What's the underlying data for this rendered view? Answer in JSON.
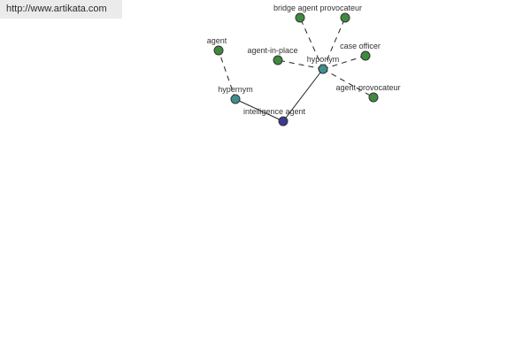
{
  "header": {
    "url": "http://www.artikata.com"
  },
  "graph": {
    "colors": {
      "root": "#3a3a8f",
      "relation": "#3f8f8f",
      "term": "#3f8a3f",
      "stroke": "#333333",
      "edge": "#222222"
    },
    "labels": {
      "root": "intelligence agent",
      "hypernym": "hypernym",
      "hyponym": "hyponym",
      "agent": "agent",
      "bridge": "bridge agent provocateur",
      "agent_in_place": "agent-in-place",
      "case_officer": "case officer",
      "agent_provocateur": "agent-provocateur"
    },
    "nodes": [
      {
        "id": "root",
        "kind": "root"
      },
      {
        "id": "hypernym",
        "kind": "relation"
      },
      {
        "id": "hyponym",
        "kind": "relation"
      },
      {
        "id": "agent",
        "kind": "term"
      },
      {
        "id": "bridge_a",
        "kind": "term"
      },
      {
        "id": "bridge_b",
        "kind": "term"
      },
      {
        "id": "agent_in_place",
        "kind": "term"
      },
      {
        "id": "case_officer",
        "kind": "term"
      },
      {
        "id": "agent_provocateur",
        "kind": "term"
      }
    ],
    "edges": [
      {
        "from": "root",
        "to": "hypernym",
        "style": "solid"
      },
      {
        "from": "root",
        "to": "hyponym",
        "style": "solid"
      },
      {
        "from": "hypernym",
        "to": "agent",
        "style": "dashed"
      },
      {
        "from": "hyponym",
        "to": "bridge_a",
        "style": "dashed"
      },
      {
        "from": "hyponym",
        "to": "bridge_b",
        "style": "dashed"
      },
      {
        "from": "hyponym",
        "to": "agent_in_place",
        "style": "dashed"
      },
      {
        "from": "hyponym",
        "to": "case_officer",
        "style": "dashed"
      },
      {
        "from": "hyponym",
        "to": "agent_provocateur",
        "style": "dashed"
      }
    ]
  }
}
